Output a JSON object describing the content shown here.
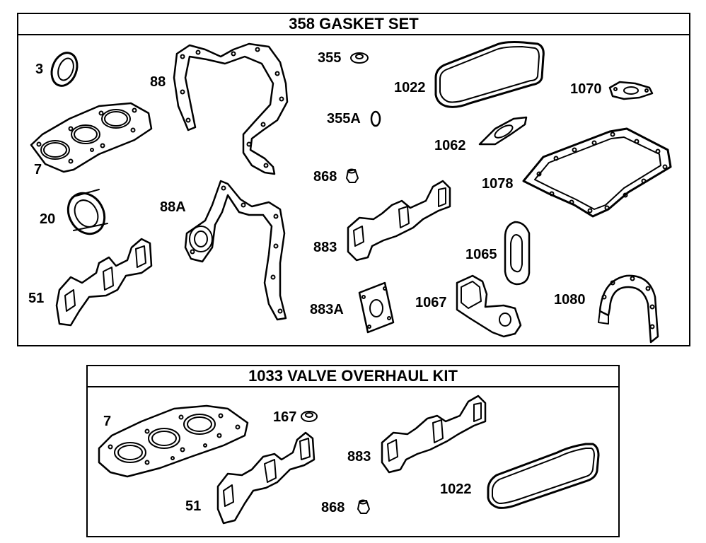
{
  "gasket_set": {
    "title": "358 GASKET SET",
    "labels": {
      "p3": "3",
      "p7": "7",
      "p20": "20",
      "p51": "51",
      "p88": "88",
      "p88a": "88A",
      "p355": "355",
      "p355a": "355A",
      "p868": "868",
      "p883": "883",
      "p883a": "883A",
      "p1022": "1022",
      "p1062": "1062",
      "p1065": "1065",
      "p1067": "1067",
      "p1070": "1070",
      "p1078": "1078",
      "p1080": "1080"
    }
  },
  "valve_kit": {
    "title": "1033 VALVE OVERHAUL KIT",
    "labels": {
      "p7": "7",
      "p51": "51",
      "p167": "167",
      "p868": "868",
      "p883": "883",
      "p1022": "1022"
    }
  }
}
